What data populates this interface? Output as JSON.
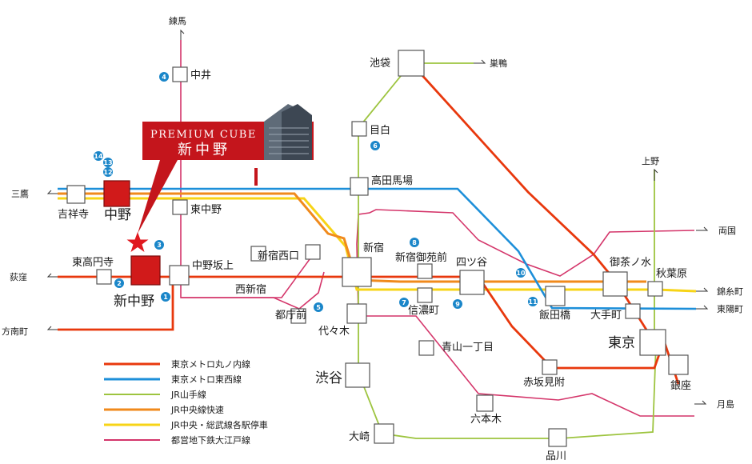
{
  "colors": {
    "marunouchi": "#e8380d",
    "tozai": "#1d8fd9",
    "yamanote": "#9dc43f",
    "chuo_rapid": "#f08a1c",
    "chuo_sobu": "#f7d417",
    "oedo": "#d4356a",
    "badge": "#1a86c9",
    "promo": "#c4151c"
  },
  "promo": {
    "title_en": "PREMIUM CUBE",
    "title_jp": "新中野"
  },
  "legend": [
    {
      "line": "marunouchi",
      "label": "東京メトロ丸ノ内線"
    },
    {
      "line": "tozai",
      "label": "東京メトロ東西線"
    },
    {
      "line": "yamanote",
      "label": "JR山手線"
    },
    {
      "line": "chuo_rapid",
      "label": "JR中央線快速"
    },
    {
      "line": "chuo_sobu",
      "label": "JR中央・総武線各駅停車"
    },
    {
      "line": "oedo",
      "label": "都営地下鉄大江戸線"
    }
  ],
  "stations": {
    "nerima": "練馬",
    "nakai": "中井",
    "ikebukuro": "池袋",
    "sugamo": "巣鴨",
    "mejiro": "目白",
    "takadanobaba": "高田馬場",
    "mitaka": "三鷹",
    "kichijoji": "吉祥寺",
    "nakano": "中野",
    "higashinakano": "東中野",
    "ueno": "上野",
    "ryogoku": "両国",
    "higashikoenji": "東高円寺",
    "shinnakano": "新中野",
    "nakanosakaue": "中野坂上",
    "shinjukunishiguchi": "新宿西口",
    "nishishinjuku": "西新宿",
    "shinjuku": "新宿",
    "shinjukugyoenmae": "新宿御苑前",
    "yotsuya": "四ツ谷",
    "ochanomizu": "御茶ノ水",
    "akihabara": "秋葉原",
    "kinshicho": "錦糸町",
    "higashiyocho": "東陽町",
    "ogikubo": "荻窪",
    "honancho": "方南町",
    "tochomae": "都庁前",
    "shinanomachi": "信濃町",
    "iidabashi": "飯田橋",
    "otemachi": "大手町",
    "yoyogi": "代々木",
    "aoyamaitchome": "青山一丁目",
    "tokyo": "東京",
    "shibuya": "渋谷",
    "akasakamitsuke": "赤坂見附",
    "ginza": "銀座",
    "tsukishima": "月島",
    "roppongi": "六本木",
    "osaki": "大崎",
    "shinagawa": "品川"
  },
  "badges": [
    "1",
    "2",
    "3",
    "4",
    "5",
    "6",
    "7",
    "8",
    "9",
    "10",
    "11",
    "12",
    "13",
    "14"
  ]
}
